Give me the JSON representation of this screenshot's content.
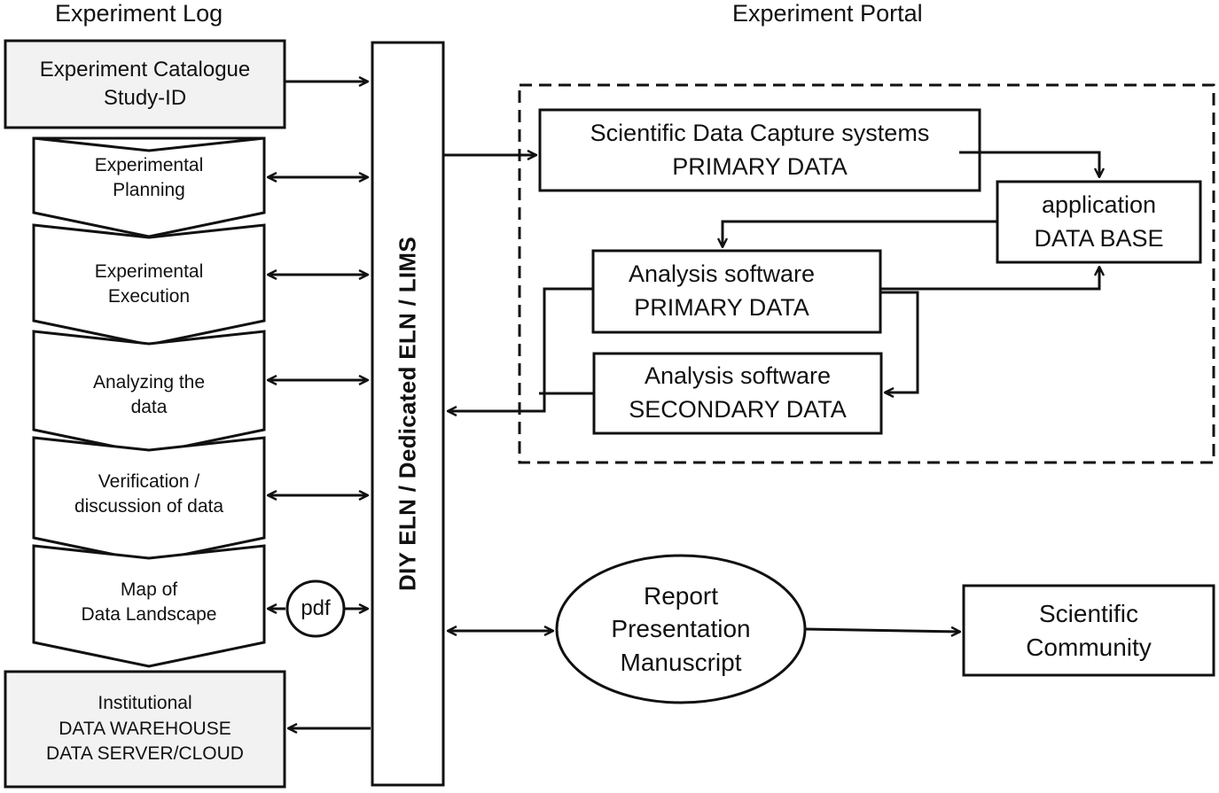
{
  "headers": {
    "experiment_log": "Experiment Log",
    "experiment_portal": "Experiment Portal"
  },
  "left_column": {
    "catalogue": [
      "Experiment Catalogue",
      "Study-ID"
    ],
    "steps": [
      [
        "Experimental",
        "Planning"
      ],
      [
        "Experimental",
        "Execution"
      ],
      [
        "Analyzing the",
        "data"
      ],
      [
        "Verification /",
        "discussion of data"
      ],
      [
        "Map of",
        "Data Landscape"
      ]
    ],
    "warehouse": [
      "Institutional",
      "DATA WAREHOUSE",
      "DATA SERVER/CLOUD"
    ],
    "pdf": "pdf"
  },
  "eln_bar": "DIY ELN / Dedicated ELN / LIMS",
  "portal": {
    "capture": [
      "Scientific Data Capture systems",
      "PRIMARY DATA"
    ],
    "database": [
      "application",
      "DATA BASE"
    ],
    "analysis_primary": [
      "Analysis software",
      "PRIMARY DATA"
    ],
    "analysis_secondary": [
      "Analysis software",
      "SECONDARY DATA"
    ]
  },
  "report": [
    "Report",
    "Presentation",
    "Manuscript"
  ],
  "community": [
    "Scientific",
    "Community"
  ],
  "colors": {
    "box_fill_grey": "#f2f2f2",
    "stroke": "#111111",
    "background": "#ffffff"
  }
}
